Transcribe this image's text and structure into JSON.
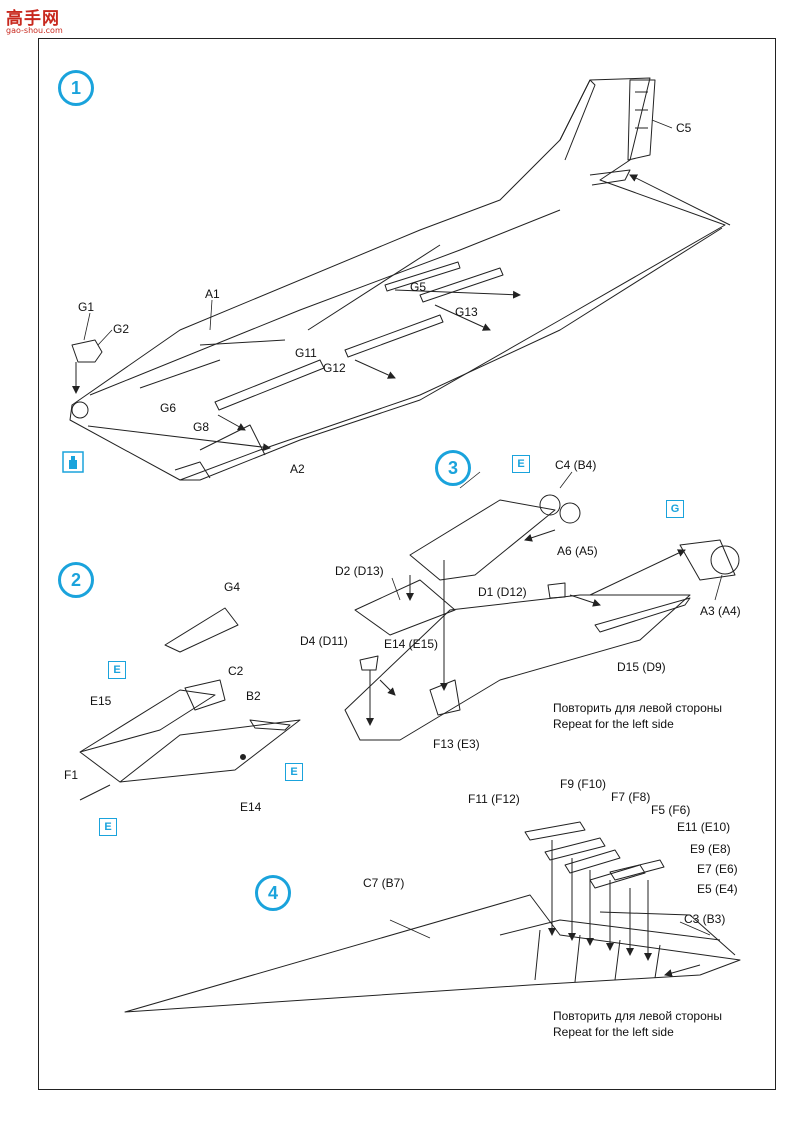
{
  "watermark": {
    "main": "高手网",
    "sub": "gao-shou.com"
  },
  "colors": {
    "accent": "#1aa3dc",
    "line": "#222222",
    "watermark": "#c8281e"
  },
  "steps": [
    "1",
    "2",
    "3",
    "4"
  ],
  "step1": {
    "labels": {
      "c5": "C5",
      "a1": "A1",
      "g1": "G1",
      "g2": "G2",
      "g5": "G5",
      "g13": "G13",
      "g11": "G11",
      "g12": "G12",
      "g6": "G6",
      "g8": "G8",
      "a2": "A2"
    },
    "glue_icon": "glue-bottle-icon"
  },
  "step2": {
    "labels": {
      "g4": "G4",
      "c2": "C2",
      "e15": "E15",
      "b2": "B2",
      "f1": "F1",
      "e14": "E14"
    },
    "tags": [
      "E",
      "E",
      "E"
    ]
  },
  "step3": {
    "labels": {
      "c4": "C4 (B4)",
      "d2": "D2 (D13)",
      "d1": "D1 (D12)",
      "a6": "A6 (A5)",
      "a3": "A3 (A4)",
      "d4": "D4 (D11)",
      "e14": "E14 (E15)",
      "d15": "D15 (D9)",
      "f13": "F13 (E3)"
    },
    "tags": [
      "E",
      "G"
    ],
    "note": {
      "ru": "Повторить для левой стороны",
      "en": "Repeat for the left side"
    }
  },
  "step4": {
    "labels": {
      "f11": "F11 (F12)",
      "f9": "F9 (F10)",
      "f7": "F7 (F8)",
      "f5": "F5 (F6)",
      "e11": "E11 (E10)",
      "e9": "E9 (E8)",
      "e7": "E7 (E6)",
      "e5": "E5 (E4)",
      "c7": "C7 (B7)",
      "c3": "C3 (B3)"
    },
    "note": {
      "ru": "Повторить для левой стороны",
      "en": "Repeat for the left side"
    }
  }
}
